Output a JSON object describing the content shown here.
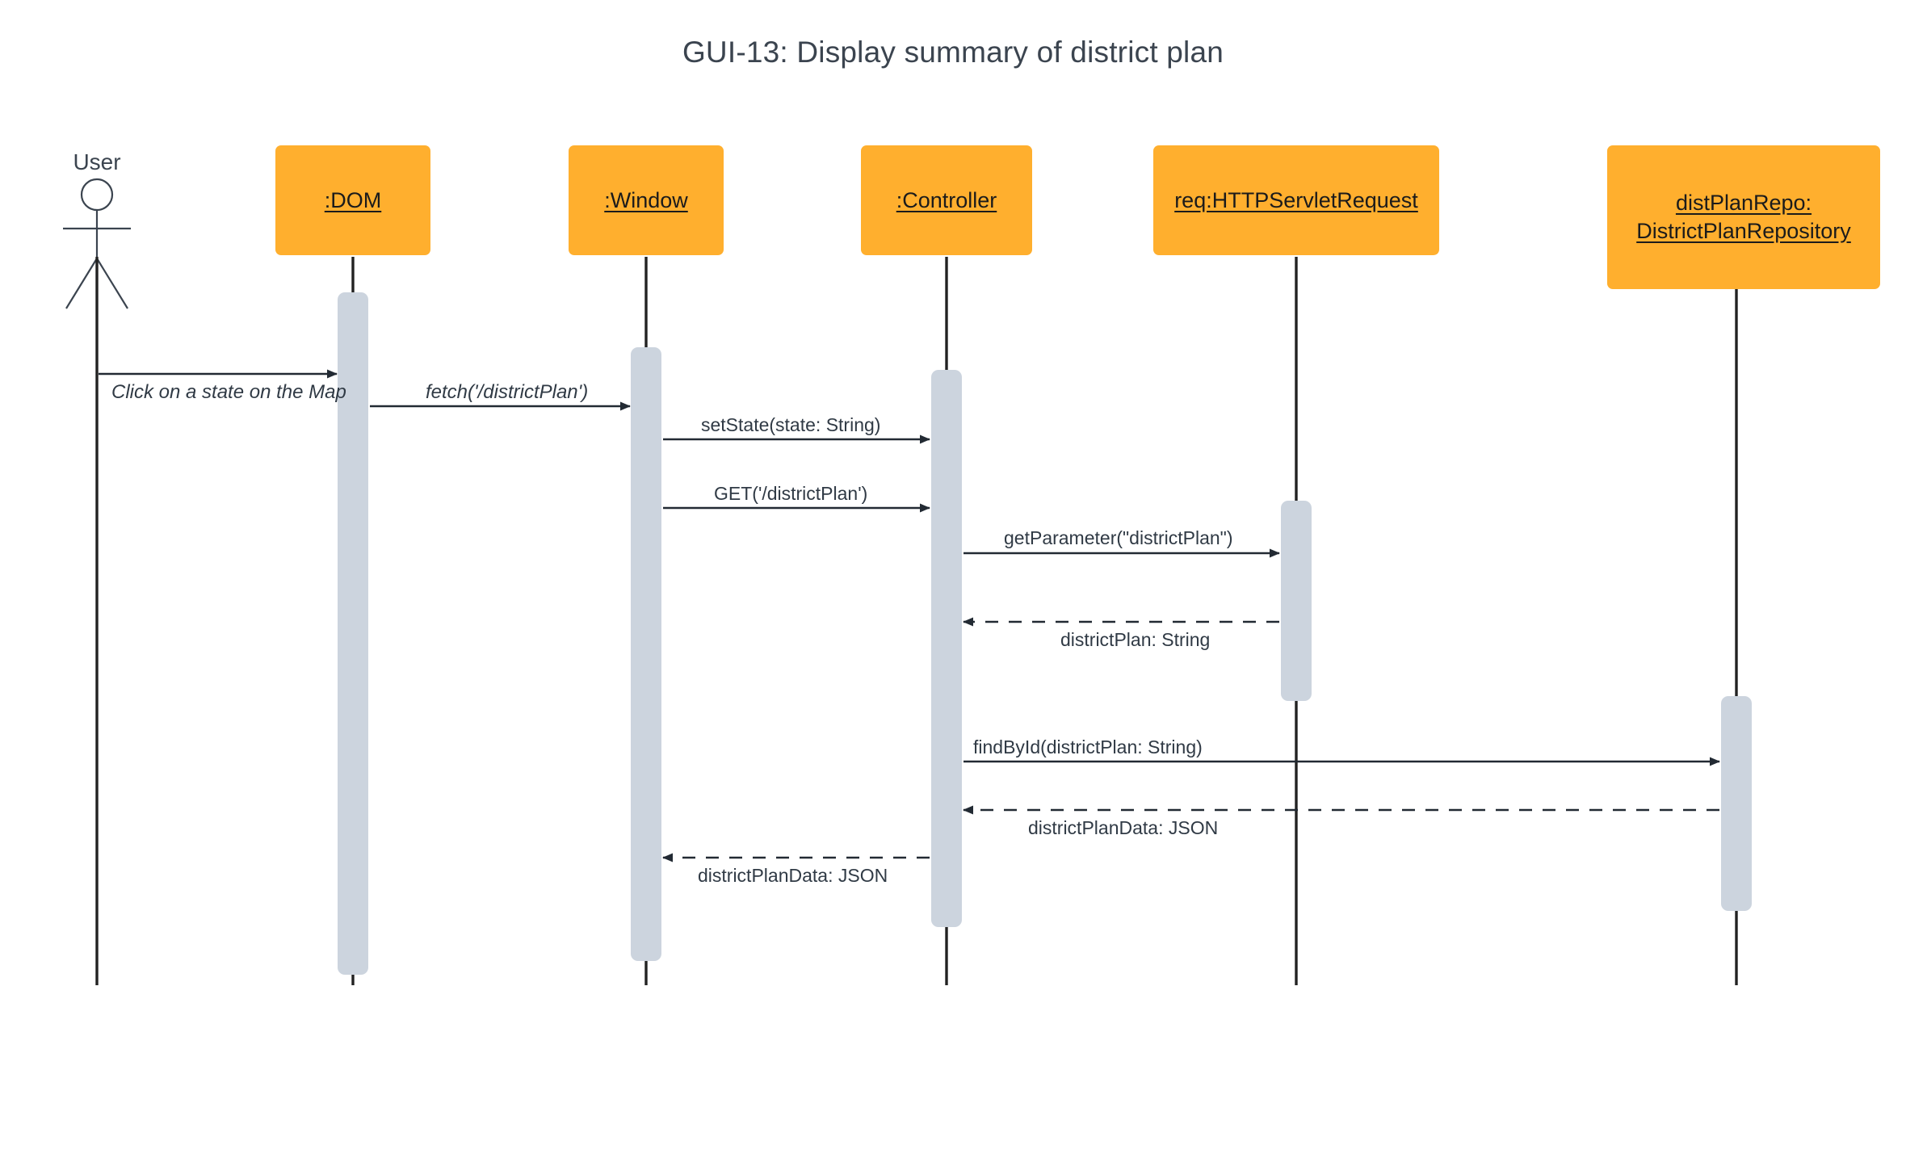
{
  "diagram": {
    "type": "uml-sequence-diagram",
    "title": "GUI-13: Display summary of district plan",
    "colors": {
      "participant_box": "#ffaf2e",
      "activation_bar": "#ccd4de",
      "lifeline": "#222222",
      "text": "#303a45",
      "background": "#ffffff"
    }
  },
  "actor": {
    "name": "actor-user",
    "label": "User"
  },
  "participants": [
    {
      "id": "dom",
      "label": ":DOM"
    },
    {
      "id": "window",
      "label": ":Window"
    },
    {
      "id": "controller",
      "label": ":Controller"
    },
    {
      "id": "request",
      "label": "req:HTTPServletRequest"
    },
    {
      "id": "repository",
      "label": "distPlanRepo:\nDistrictPlanRepository"
    }
  ],
  "messages": [
    {
      "id": "m1",
      "label": "Click on a state on the Map",
      "from": "User",
      "to": ":DOM",
      "kind": "call",
      "style": "italic"
    },
    {
      "id": "m2",
      "label": "fetch('/districtPlan')",
      "from": ":DOM",
      "to": ":Window",
      "kind": "call",
      "style": "italic"
    },
    {
      "id": "m3",
      "label": "setState(state: String)",
      "from": ":Window",
      "to": ":Controller",
      "kind": "call",
      "style": "normal"
    },
    {
      "id": "m4",
      "label": "GET('/districtPlan')",
      "from": ":Window",
      "to": ":Controller",
      "kind": "call",
      "style": "normal"
    },
    {
      "id": "m5",
      "label": "getParameter(\"districtPlan\")",
      "from": ":Controller",
      "to": "req:HTTPServletRequest",
      "kind": "call",
      "style": "normal"
    },
    {
      "id": "m6",
      "label": "districtPlan: String",
      "from": "req:HTTPServletRequest",
      "to": ":Controller",
      "kind": "return",
      "style": "normal"
    },
    {
      "id": "m7",
      "label": "findById(districtPlan: String)",
      "from": ":Controller",
      "to": "distPlanRepo:DistrictPlanRepository",
      "kind": "call",
      "style": "normal"
    },
    {
      "id": "m8",
      "label": "districtPlanData: JSON",
      "from": "distPlanRepo:DistrictPlanRepository",
      "to": ":Controller",
      "kind": "return",
      "style": "normal"
    },
    {
      "id": "m9",
      "label": "districtPlanData: JSON",
      "from": ":Controller",
      "to": ":Window",
      "kind": "return",
      "style": "normal"
    }
  ]
}
